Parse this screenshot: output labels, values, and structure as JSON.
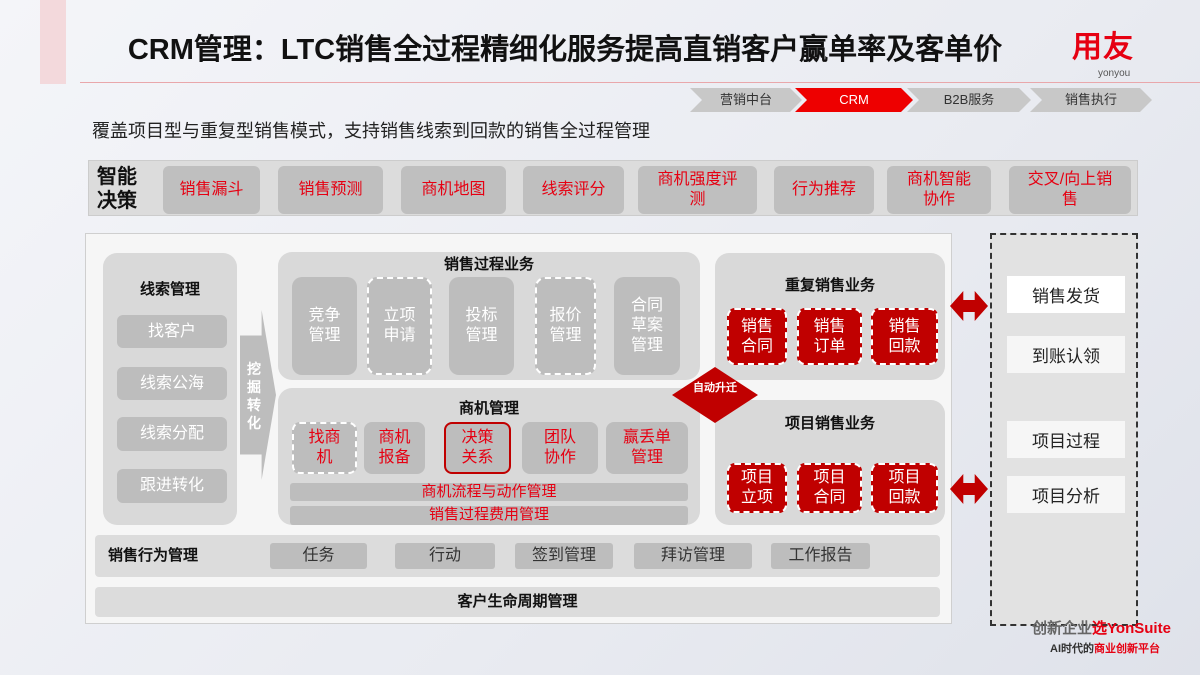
{
  "header": {
    "title": "CRM管理：LTC销售全过程精细化服务提高直销客户赢单率及客单价",
    "logo": "用友",
    "logo_sub": "yonyou"
  },
  "breadcrumb": [
    "营销中台",
    "CRM",
    "B2B服务",
    "销售执行"
  ],
  "subtitle": "覆盖项目型与重复型销售模式，支持销售线索到回款的销售全过程管理",
  "decision": {
    "label": "智能决策",
    "items": [
      "销售漏斗",
      "销售预测",
      "商机地图",
      "线索评分",
      "商机强度评测",
      "行为推荐",
      "商机智能协作",
      "交叉/向上销售"
    ]
  },
  "leads": {
    "title": "线索管理",
    "items": [
      "找客户",
      "线索公海",
      "线索分配",
      "跟进转化"
    ]
  },
  "convert": "挖掘转化",
  "process": {
    "title": "销售过程业务",
    "items": [
      "竞争管理",
      "立项申请",
      "投标管理",
      "报价管理",
      "合同草案管理"
    ]
  },
  "opportunity": {
    "title": "商机管理",
    "items": [
      "找商机",
      "商机报备",
      "决策关系",
      "团队协作",
      "赢丢单管理"
    ],
    "bars": [
      "商机流程与动作管理",
      "销售过程费用管理"
    ]
  },
  "auto": "自动升迁",
  "repeat": {
    "title": "重复销售业务",
    "items": [
      "销售合同",
      "销售订单",
      "销售回款"
    ]
  },
  "project": {
    "title": "项目销售业务",
    "items": [
      "项目立项",
      "项目合同",
      "项目回款"
    ]
  },
  "behavior": {
    "label": "销售行为管理",
    "items": [
      "任务",
      "行动",
      "签到管理",
      "拜访管理",
      "工作报告"
    ]
  },
  "lifecycle": "客户生命周期管理",
  "right": [
    "销售发货",
    "到账认领",
    "项目过程",
    "项目分析"
  ],
  "footer": {
    "slogan_a": "创新企业",
    "slogan_b": "选YonSuite",
    "tag_a": "AI时代的",
    "tag_b": "商业创新平台"
  },
  "colors": {
    "accent": "#e60012",
    "dark_red": "#c00000"
  }
}
